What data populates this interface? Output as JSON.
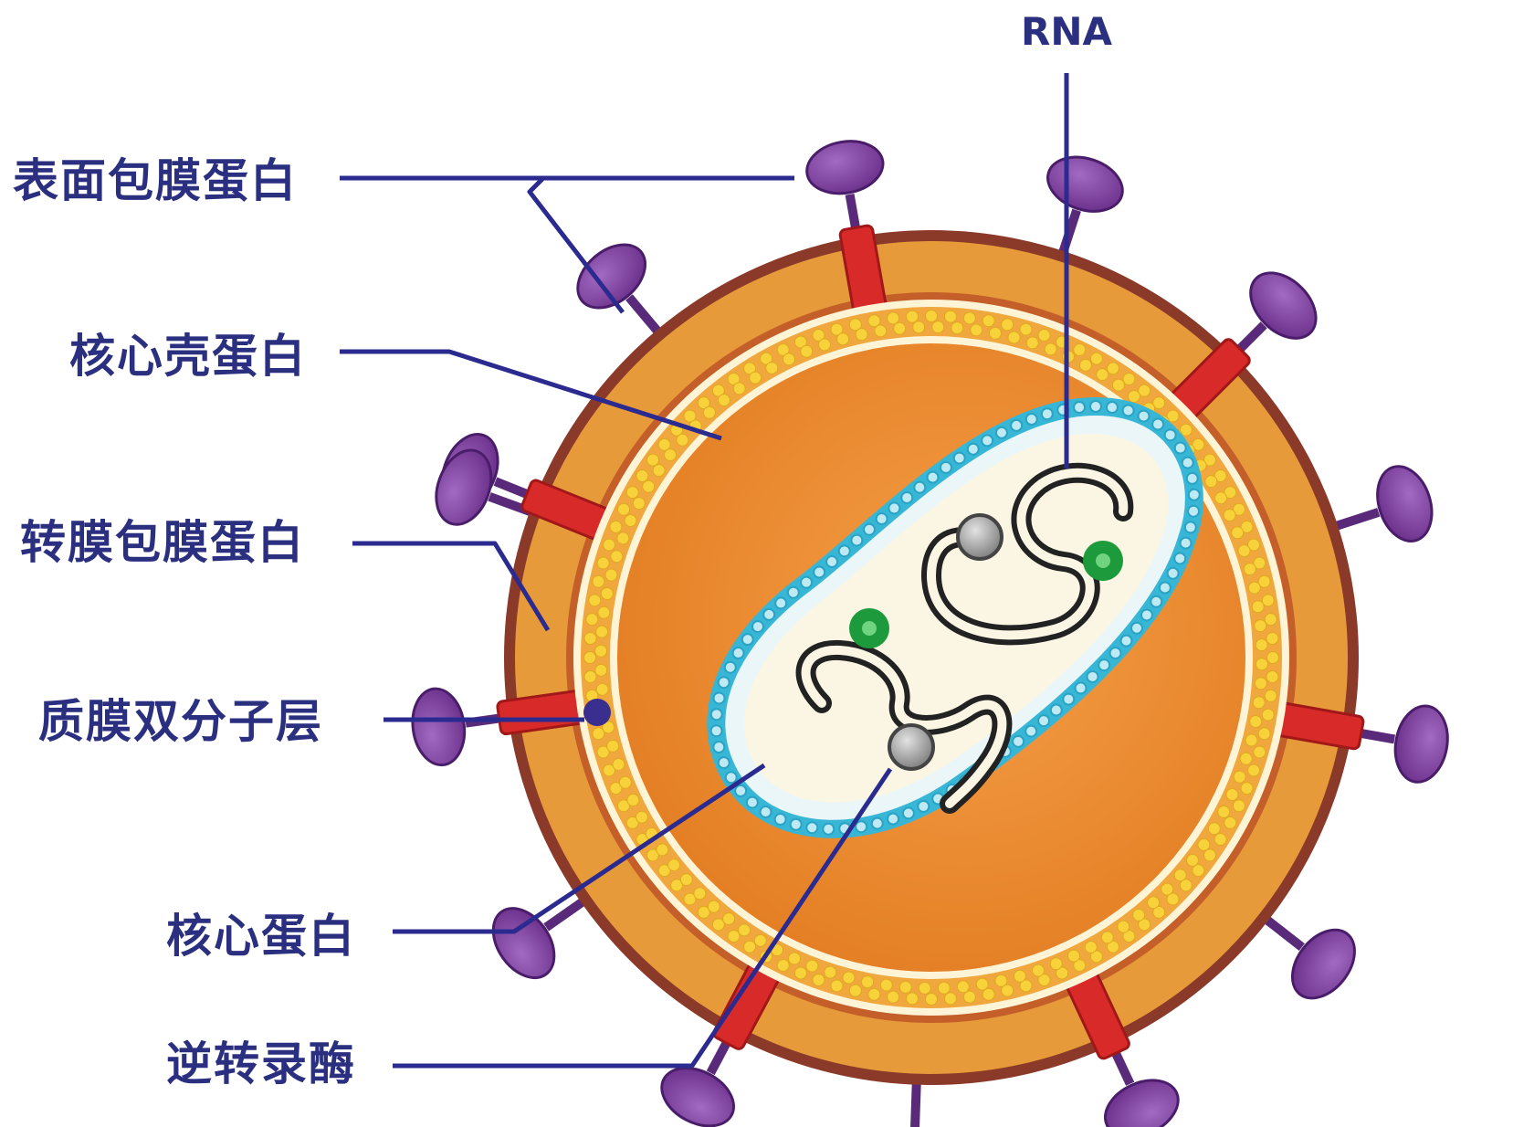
{
  "labels": {
    "rna": "RNA",
    "surface_envelope_protein": "表面包膜蛋白",
    "core_capsid_protein": "核心壳蛋白",
    "transmembrane_envelope_protein": "转膜包膜蛋白",
    "membrane_bilayer": "质膜双分子层",
    "core_protein": "核心蛋白",
    "reverse_transcriptase": "逆转录酶"
  },
  "colors": {
    "label_text": "#2b2f7f",
    "leader_line": "#2b2a8f",
    "outer_membrane": "#e69a3a",
    "membrane_rim": "#8b3a2a",
    "surface_protein_head": "#7a3a9a",
    "transmembrane_protein": "#d92a2a",
    "capsid_dots": "#f7d23a",
    "core_interior": "#e37d22",
    "inner_core_dots": "#37b6d6",
    "nucleoid_fill": "#fbf6e4",
    "rna_strand": "#222222",
    "reverse_transcriptase": "#8a8a8a",
    "core_protein_granule": "#1d9a3c"
  }
}
